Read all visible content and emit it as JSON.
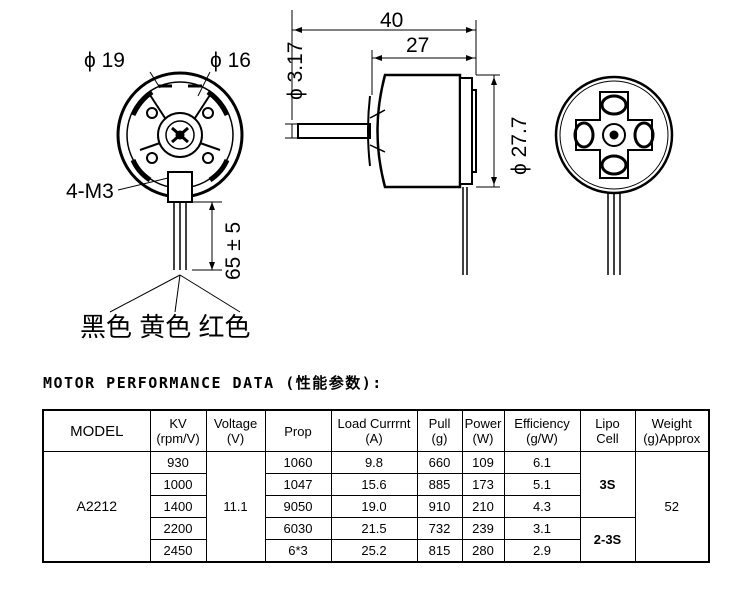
{
  "drawing": {
    "front_view": {
      "dim_large": "ϕ 19",
      "dim_small": "ϕ 16",
      "screw_label": "4-M3",
      "lead_length": "65 ± 5",
      "wire_colors": "黑色 黄色 红色"
    },
    "side_view": {
      "shaft_dia": "ϕ 3.17",
      "total_length": "40",
      "body_length": "27",
      "body_dia": "ϕ 27.7"
    }
  },
  "table": {
    "title": "MOTOR PERFORMANCE DATA (性能参数):",
    "headers": [
      {
        "line1": "MODEL",
        "line2": ""
      },
      {
        "line1": "KV",
        "line2": "(rpm/V)"
      },
      {
        "line1": "Voltage",
        "line2": "(V)"
      },
      {
        "line1": "Prop",
        "line2": ""
      },
      {
        "line1": "Load Currrnt",
        "line2": "(A)"
      },
      {
        "line1": "Pull",
        "line2": "(g)"
      },
      {
        "line1": "Power",
        "line2": "(W)"
      },
      {
        "line1": "Efficiency",
        "line2": "(g/W)"
      },
      {
        "line1": "Lipo",
        "line2": "Cell"
      },
      {
        "line1": "Weight",
        "line2": "(g)Approx"
      }
    ],
    "model": "A2212",
    "voltage": "11.1",
    "weight": "52",
    "cell_3s": "3S",
    "cell_2_3s": "2-3S",
    "rows": [
      {
        "kv": "930",
        "prop": "1060",
        "current": "9.8",
        "pull": "660",
        "power": "109",
        "eff": "6.1"
      },
      {
        "kv": "1000",
        "prop": "1047",
        "current": "15.6",
        "pull": "885",
        "power": "173",
        "eff": "5.1"
      },
      {
        "kv": "1400",
        "prop": "9050",
        "current": "19.0",
        "pull": "910",
        "power": "210",
        "eff": "4.3"
      },
      {
        "kv": "2200",
        "prop": "6030",
        "current": "21.5",
        "pull": "732",
        "power": "239",
        "eff": "3.1"
      },
      {
        "kv": "2450",
        "prop": "6*3",
        "current": "25.2",
        "pull": "815",
        "power": "280",
        "eff": "2.9"
      }
    ]
  }
}
